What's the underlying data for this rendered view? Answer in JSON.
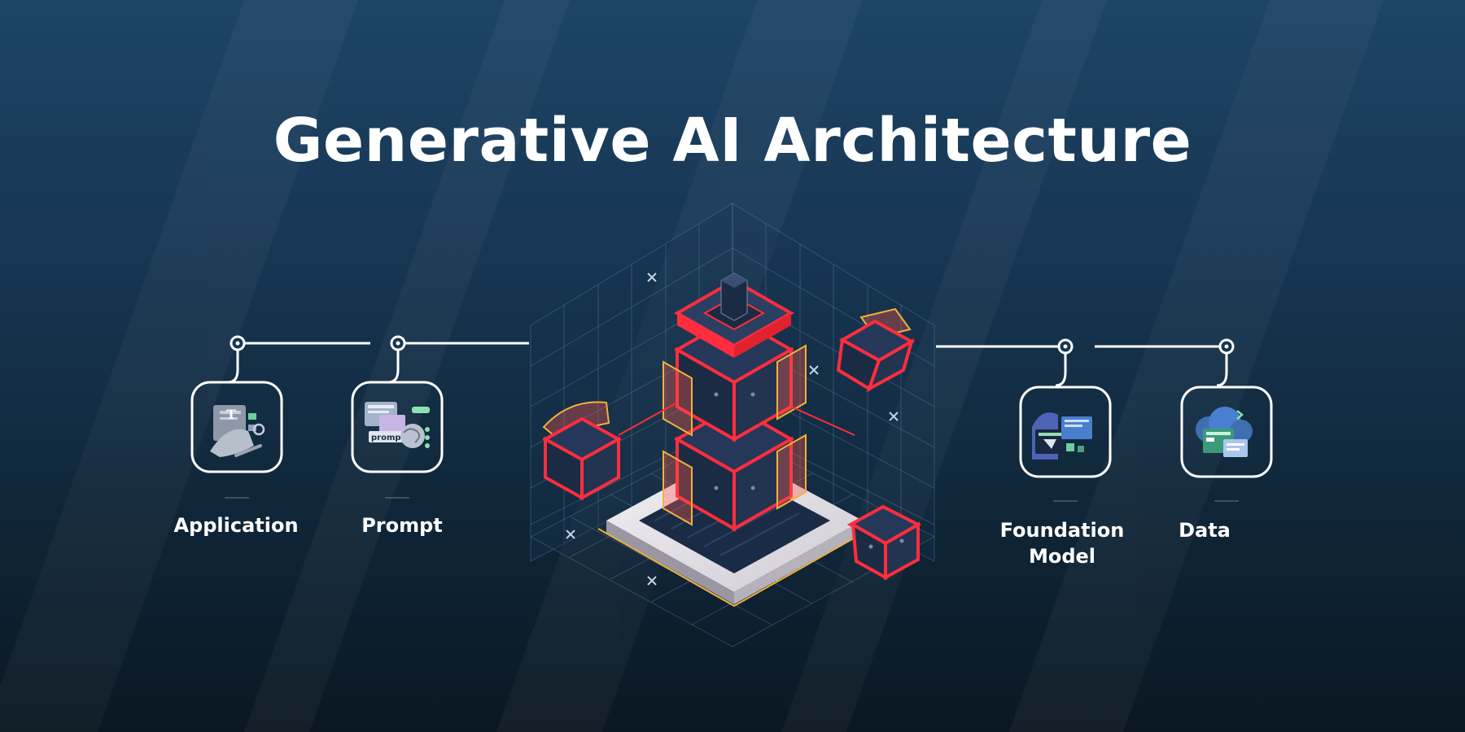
{
  "title": "Generative AI Architecture",
  "nodes": [
    {
      "id": "application",
      "label_lines": [
        "Application"
      ],
      "icon": "application-tools-icon"
    },
    {
      "id": "prompt",
      "label_lines": [
        "Prompt"
      ],
      "icon": "prompt-brain-icon"
    },
    {
      "id": "foundation-model",
      "label_lines": [
        "Foundation",
        "Model"
      ],
      "icon": "foundation-model-monitor-icon"
    },
    {
      "id": "data",
      "label_lines": [
        "Data"
      ],
      "icon": "data-cloud-icon"
    }
  ],
  "icon_texts": {
    "application_letter": "T",
    "prompt_word": "prompt"
  },
  "colors": {
    "background_top": "#1d4466",
    "background_bottom": "#0a1722",
    "accent_red": "#ff2d3d",
    "accent_yellow": "#f2b13a",
    "block_dark": "#1b2b44",
    "line_white": "#ffffff"
  }
}
